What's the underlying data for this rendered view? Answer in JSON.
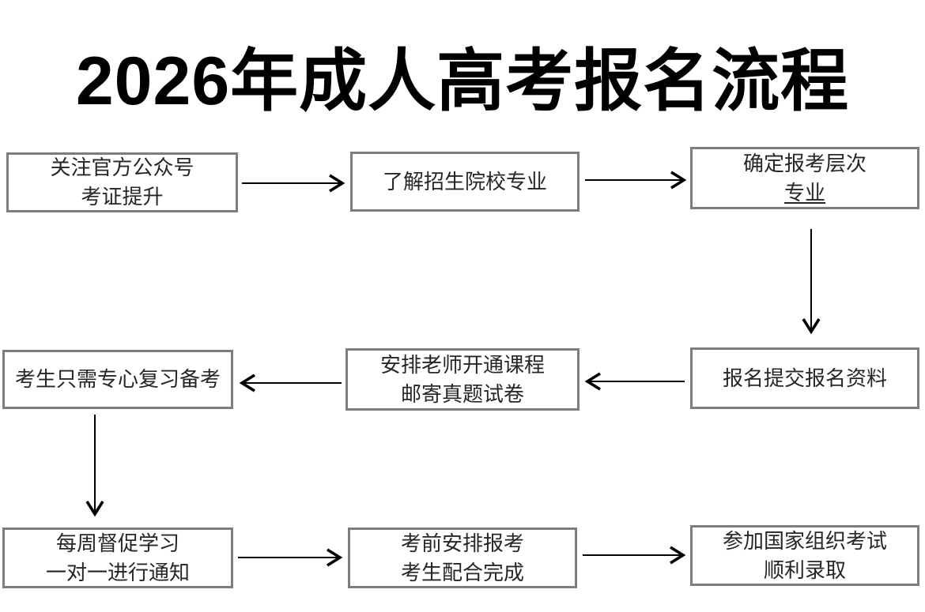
{
  "title": "2026年成人高考报名流程",
  "flow": {
    "boxes": [
      {
        "id": "step-1",
        "lines": [
          "关注官方公众号",
          "考证提升"
        ]
      },
      {
        "id": "step-2",
        "lines": [
          "了解招生院校专业"
        ]
      },
      {
        "id": "step-3",
        "lines": [
          "确定报考层次",
          "专业"
        ]
      },
      {
        "id": "step-4",
        "lines": [
          "考生只需专心复习备考"
        ]
      },
      {
        "id": "step-5",
        "lines": [
          "安排老师开通课程",
          "邮寄真题试卷"
        ]
      },
      {
        "id": "step-6",
        "lines": [
          "报名提交报名资料"
        ]
      },
      {
        "id": "step-7",
        "lines": [
          "每周督促学习",
          "一对一进行通知"
        ]
      },
      {
        "id": "step-8",
        "lines": [
          "考前安排报考",
          "考生配合完成"
        ]
      },
      {
        "id": "step-9",
        "lines": [
          "参加国家组织考试",
          "顺利录取"
        ]
      }
    ],
    "connections": [
      {
        "from": "step-1",
        "to": "step-2",
        "direction": "right"
      },
      {
        "from": "step-2",
        "to": "step-3",
        "direction": "right"
      },
      {
        "from": "step-3",
        "to": "step-6",
        "direction": "down"
      },
      {
        "from": "step-6",
        "to": "step-5",
        "direction": "left"
      },
      {
        "from": "step-5",
        "to": "step-4",
        "direction": "left"
      },
      {
        "from": "step-4",
        "to": "step-7",
        "direction": "down"
      },
      {
        "from": "step-7",
        "to": "step-8",
        "direction": "right"
      },
      {
        "from": "step-8",
        "to": "step-9",
        "direction": "right"
      }
    ]
  },
  "colors": {
    "title": "#000000",
    "box_border": "#7d7d7d",
    "box_text": "#262626",
    "arrow": "#000000",
    "background": "#ffffff"
  }
}
